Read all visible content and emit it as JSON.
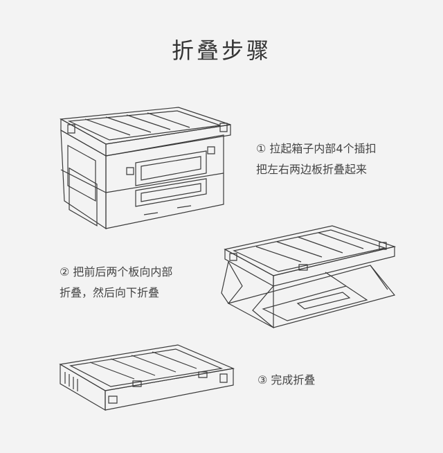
{
  "title": "折叠步骤",
  "steps": [
    {
      "lines": [
        "① 拉起箱子内部4个插扣",
        "把左右两边板折叠起来"
      ]
    },
    {
      "lines": [
        "② 把前后两个板向内部",
        "折叠，然后向下折叠"
      ]
    },
    {
      "lines": [
        "③ 完成折叠"
      ]
    }
  ],
  "colors": {
    "background": "#f3f3f3",
    "text": "#333333",
    "line": "#3a3a3a"
  }
}
